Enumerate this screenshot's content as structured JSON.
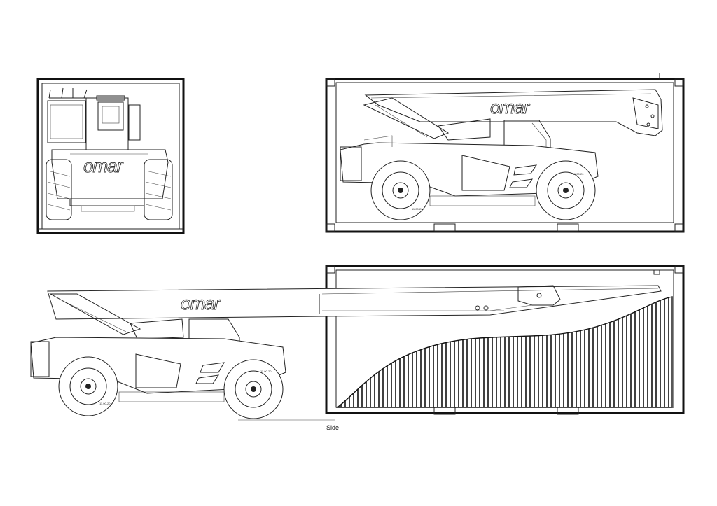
{
  "diagram": {
    "brand_logo": "omar",
    "tire_marking": "11.00-20",
    "views": {
      "side_label": "Side"
    }
  }
}
